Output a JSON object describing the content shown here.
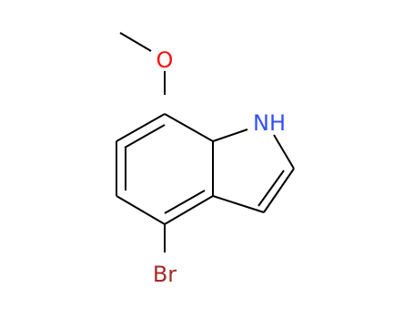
{
  "molecule": {
    "atoms": {
      "oxygen": {
        "label": "O",
        "color": "#ff0d0d"
      },
      "nitrogen": {
        "label": "NH",
        "color": "#3050f8"
      },
      "bromine": {
        "label": "Br",
        "color": "#a62929"
      }
    },
    "bond_color": "#000000"
  }
}
